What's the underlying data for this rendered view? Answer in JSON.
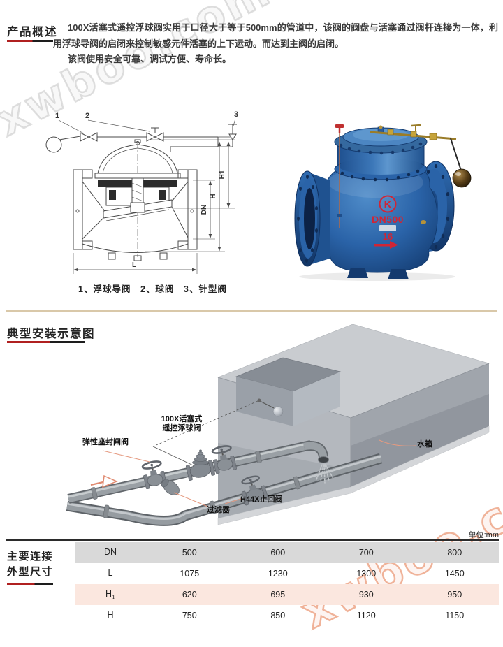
{
  "watermark": {
    "text": "xwboo.com"
  },
  "overview": {
    "heading": "产品概述",
    "para1": "100X活塞式遥控浮球阀实用于口径大于等于500mm的管道中，该阀的阀盘与活塞通过阀杆连接为一体，利用浮球导阀的启闭来控制敏感元件活塞的上下运动。而达到主阀的启闭。",
    "para2": "该阀使用安全可靠、调试方便、寿命长。"
  },
  "drawing": {
    "callout1": "1",
    "callout2": "2",
    "callout3": "3",
    "dim_h1": "H1",
    "dim_h": "H",
    "dim_dn": "DN",
    "dim_l": "L",
    "caption": "1、浮球导阀　2、球阀　3、针型阀"
  },
  "photo": {
    "logo_letter": "K",
    "model": "DN500",
    "pressure": "16"
  },
  "install": {
    "heading": "典型安装示意图",
    "main_valve_line1": "100X活塞式",
    "main_valve_line2": "遥控浮球阀",
    "gate_valve": "弹性座封闸阀",
    "tank": "水箱",
    "strainer": "过滤器",
    "check_valve": "H44X止回阀"
  },
  "table": {
    "unit": "单位:mm",
    "header_line1": "主要连接",
    "header_line2": "外型尺寸",
    "rows": [
      {
        "label": "DN",
        "sub": "",
        "values": [
          "500",
          "600",
          "700",
          "800"
        ]
      },
      {
        "label": "L",
        "sub": "",
        "values": [
          "1075",
          "1230",
          "1300",
          "1450"
        ]
      },
      {
        "label": "H",
        "sub": "1",
        "values": [
          "620",
          "695",
          "930",
          "950"
        ]
      },
      {
        "label": "H",
        "sub": "",
        "values": [
          "750",
          "850",
          "1120",
          "1150"
        ]
      }
    ]
  },
  "colors": {
    "accent_red": "#b02020",
    "table_gray": "#d9d9d9",
    "table_pink": "#fbe7df",
    "divider_tan": "#d9c8a9",
    "leader_salmon": "#e59a80",
    "valve_blue": "#2a63a8"
  }
}
